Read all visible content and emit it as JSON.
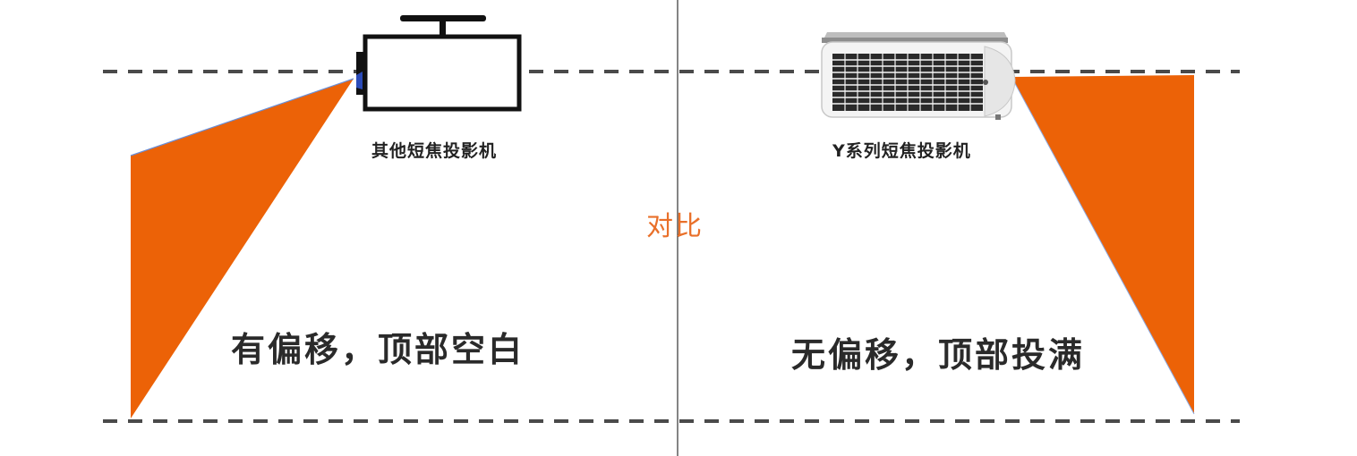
{
  "colors": {
    "projection": "#EC6207",
    "compare_text": "#E9702A",
    "dashed_line": "#4a4a4a",
    "divider": "#333333"
  },
  "left": {
    "device_label": "其他短焦投影机",
    "caption": "有偏移，顶部空白",
    "device_icon": "generic-projector-icon"
  },
  "right": {
    "device_label": "Y系列短焦投影机",
    "caption": "无偏移，顶部投满",
    "device_icon": "y-series-projector-icon"
  },
  "center": {
    "compare_label": "对比"
  }
}
